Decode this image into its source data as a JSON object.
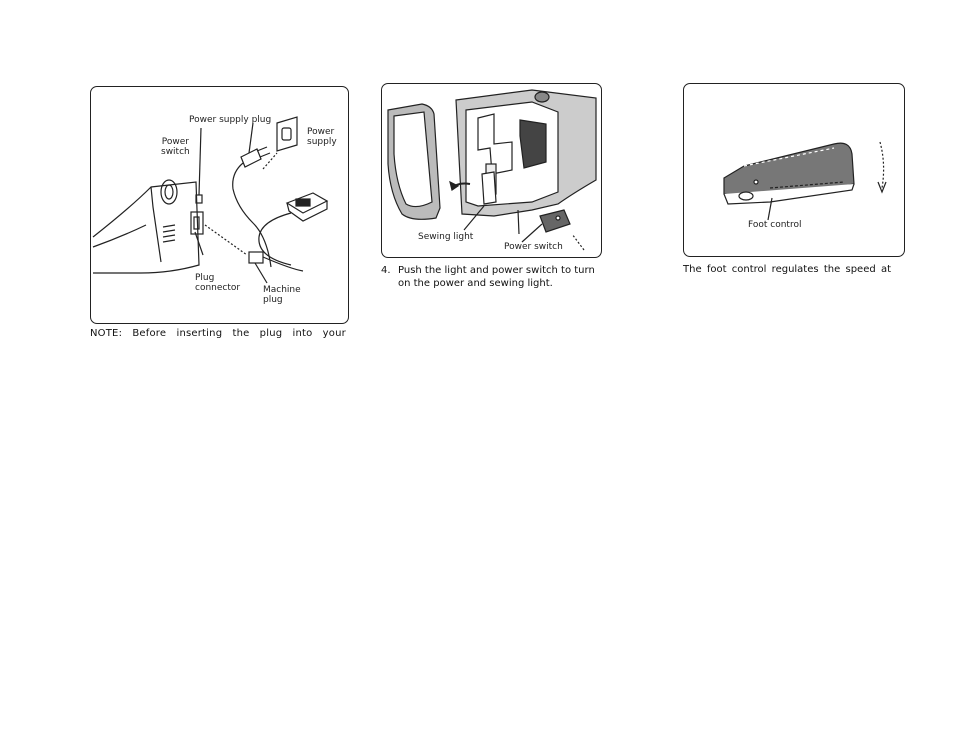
{
  "panel1": {
    "labels": {
      "power_supply_plug": "Power supply plug",
      "power_switch": "Power\nswitch",
      "power_supply": "Power\nsupply",
      "plug_connector": "Plug\nconnector",
      "machine_plug": "Machine\nplug"
    },
    "note_words": [
      "NOTE:",
      "Before",
      "inserting",
      "the",
      "plug",
      "into",
      "your"
    ]
  },
  "panel2": {
    "labels": {
      "sewing_light": "Sewing light",
      "power_switch": "Power switch"
    },
    "step_number": "4.",
    "step_text": "Push the light and power switch to turn on the power and sewing light."
  },
  "panel3": {
    "labels": {
      "foot_control": "Foot control"
    },
    "caption_words": [
      "The",
      "foot",
      "control",
      "regulates",
      "the",
      "speed",
      "at"
    ]
  }
}
